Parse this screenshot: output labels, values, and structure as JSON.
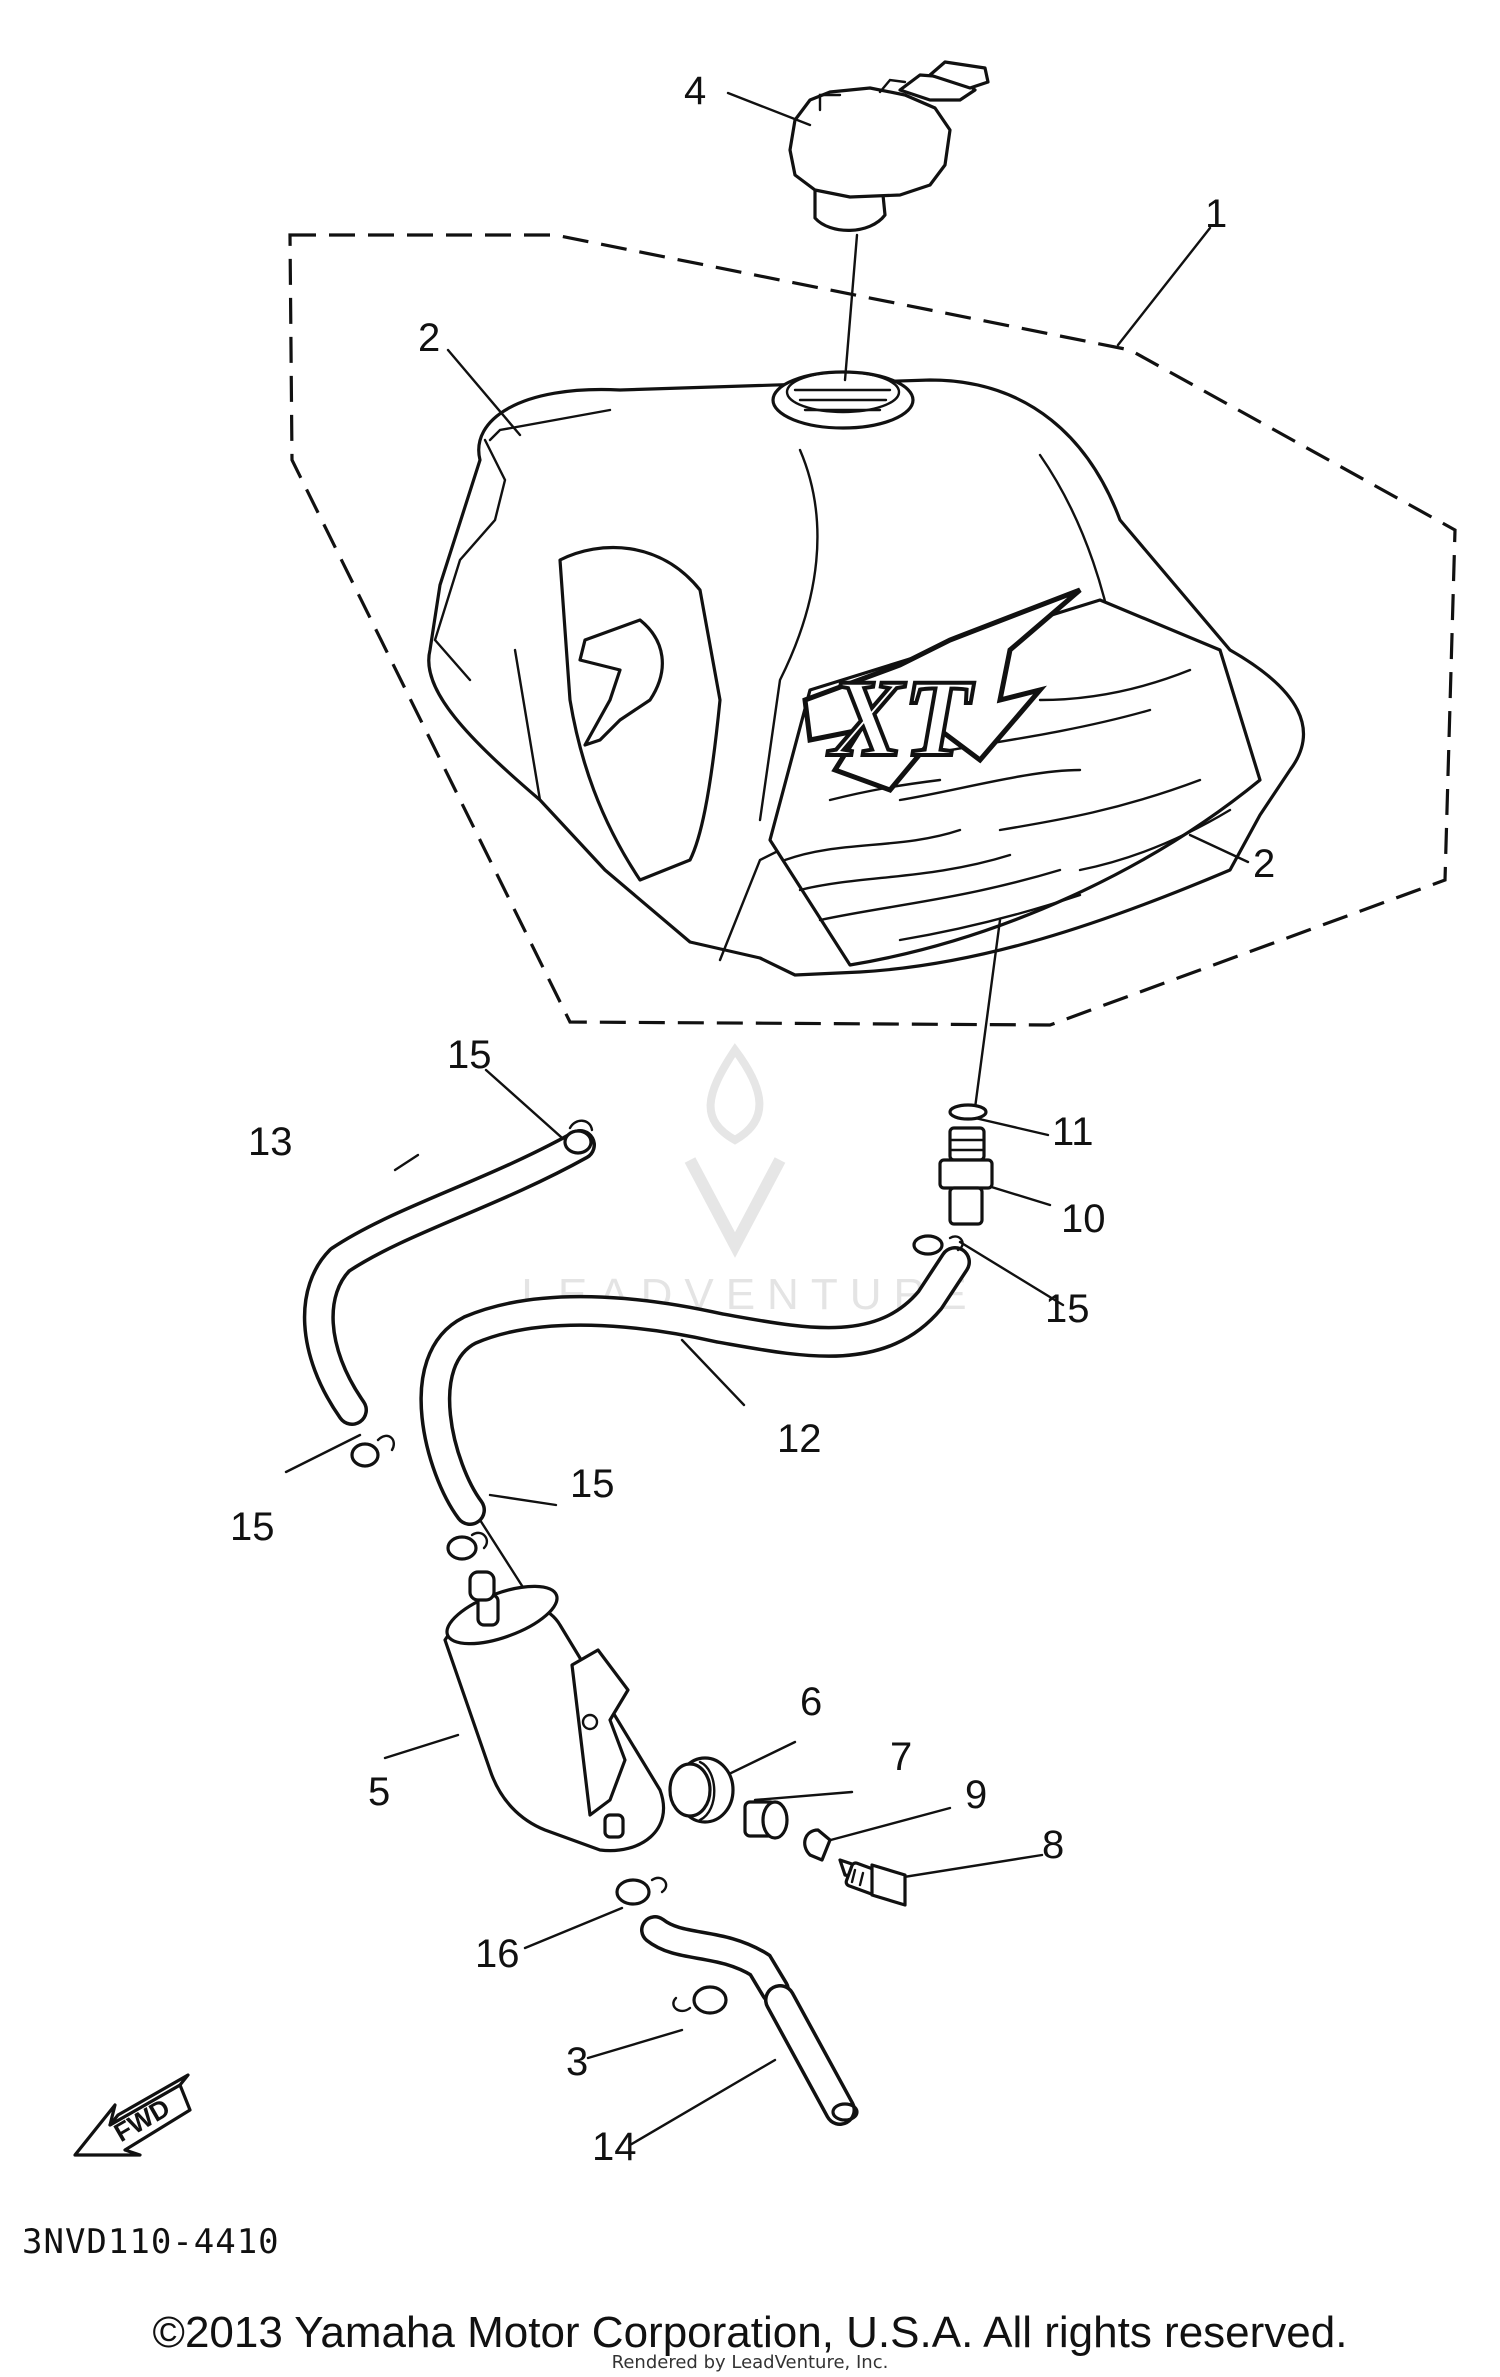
{
  "diagram": {
    "part_code": "3NVD110-4410",
    "copyright": "©2013 Yamaha Motor Corporation, U.S.A. All rights reserved.",
    "rendered_by": "Rendered by LeadVenture, Inc.",
    "watermark": "LEADVENTURE",
    "tank_badge": "XT",
    "fwd_label": "FWD",
    "callouts": [
      "1",
      "2",
      "2",
      "3",
      "4",
      "5",
      "6",
      "7",
      "8",
      "9",
      "10",
      "11",
      "12",
      "13",
      "14",
      "15",
      "15",
      "15",
      "15",
      "16"
    ]
  }
}
